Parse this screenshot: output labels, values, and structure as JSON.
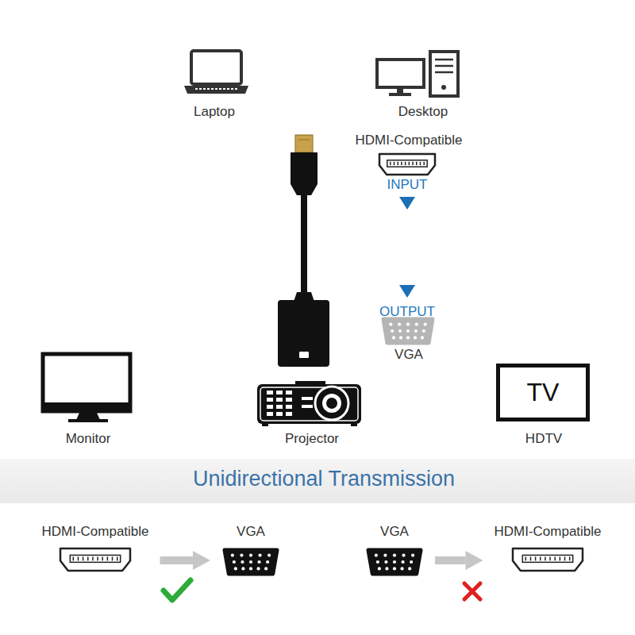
{
  "diagram": {
    "title": "Unidirectional Transmission",
    "nodes": [
      {
        "text": [
          "TV"
        ]
      },
      {
        "text": [
          "HDMI-Compatible"
        ]
      },
      {
        "text": [
          "VGA"
        ]
      },
      {
        "text": [
          "VGA"
        ]
      },
      {
        "text": [
          "HDMI-Compatible"
        ]
      }
    ],
    "edges": [
      {
        "from": 1,
        "to": 2,
        "arrow": "to"
      },
      {
        "from": 3,
        "to": 4,
        "arrow": "to"
      }
    ],
    "labels": [
      "Laptop",
      "Desktop",
      "HDMI-Compatible",
      "INPUT",
      "OUTPUT",
      "VGA",
      "Monitor",
      "Projector",
      "HDTV"
    ]
  }
}
